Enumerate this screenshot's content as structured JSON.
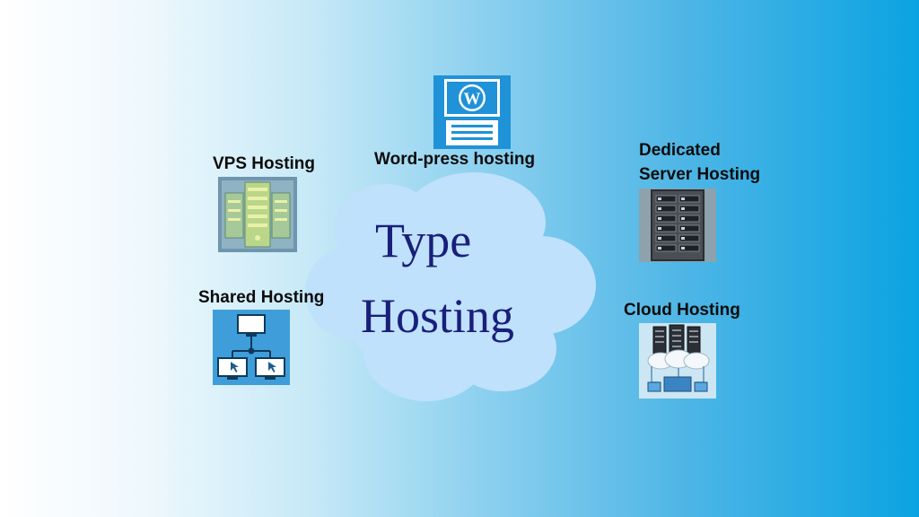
{
  "center": {
    "line1": "Type",
    "line2": "Hosting",
    "color": "#1a1f7a",
    "cloud_color": "#bfe1fb"
  },
  "nodes": [
    {
      "label": "VPS Hosting",
      "icon": "vps-server-icon"
    },
    {
      "label": "Word-press hosting",
      "icon": "wordpress-icon"
    },
    {
      "label_line1": "Dedicated",
      "label_line2": "Server Hosting",
      "icon": "server-rack-icon"
    },
    {
      "label": "Shared Hosting",
      "icon": "network-computers-icon"
    },
    {
      "label": "Cloud Hosting",
      "icon": "cloud-servers-icon"
    }
  ]
}
